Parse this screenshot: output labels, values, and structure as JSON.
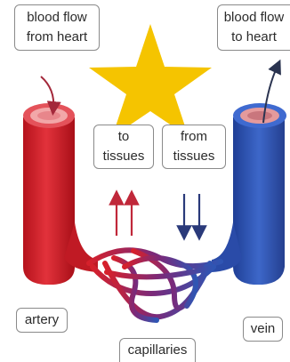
{
  "labels": {
    "blood_flow_from_heart": [
      "blood flow",
      "from heart"
    ],
    "blood_flow_to_heart": [
      "blood flow",
      "to heart"
    ],
    "to_tissues": [
      "to",
      "tissues"
    ],
    "from_tissues": [
      "from",
      "tissues"
    ],
    "artery": "artery",
    "vein": "vein",
    "capillaries": "capillaries"
  },
  "colors": {
    "artery": "#d6202b",
    "vein": "#2f55b3",
    "star": "#f5c400",
    "arrow_red": "#c0283a",
    "arrow_blue": "#2a3a7a"
  }
}
